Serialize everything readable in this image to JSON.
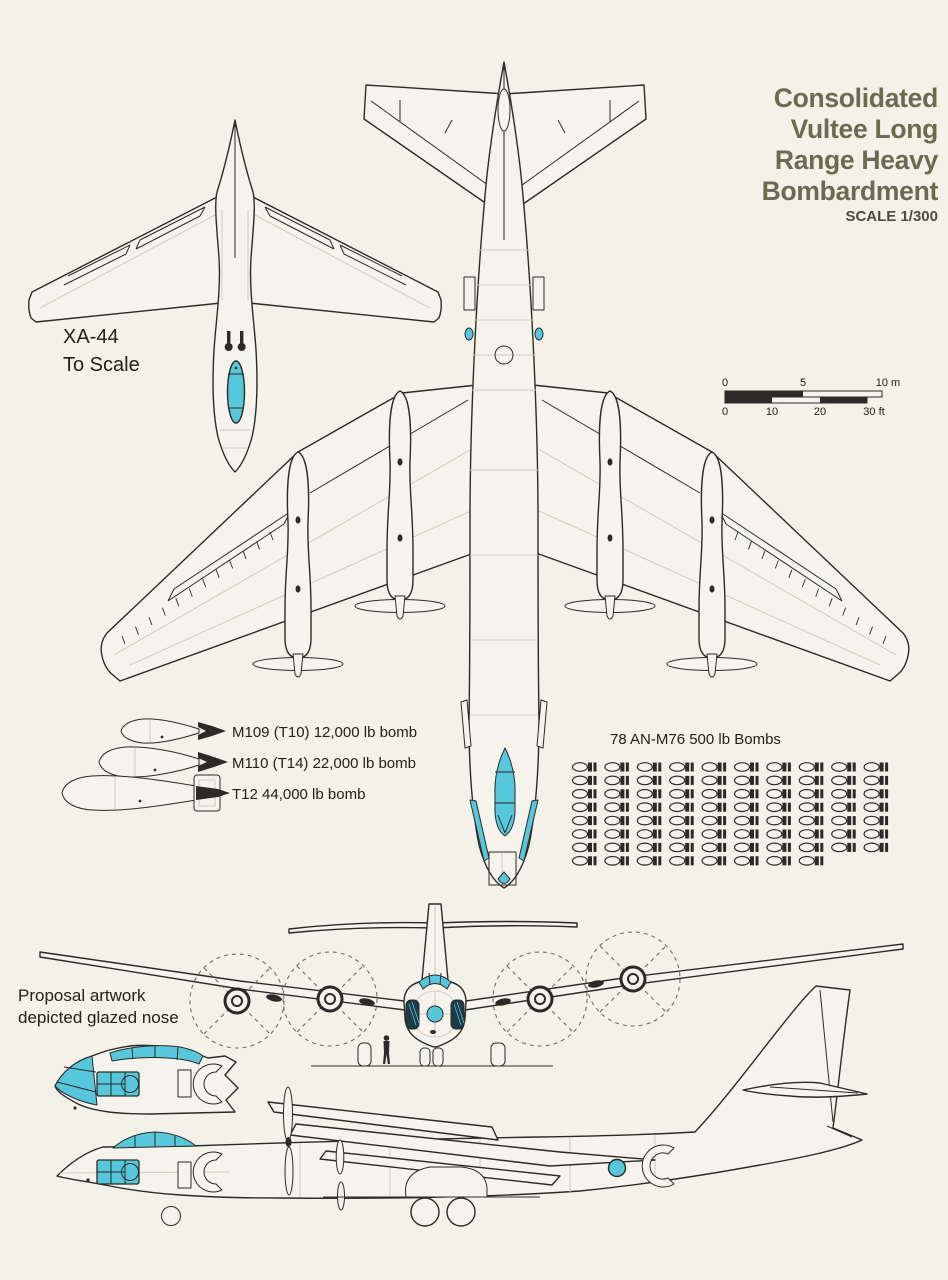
{
  "title": {
    "lines": [
      "Consolidated",
      "Vultee Long",
      "Range Heavy",
      "Bombardment"
    ],
    "scale_note": "SCALE 1/300"
  },
  "labels": {
    "scale_comparison": {
      "line1": "XA-44",
      "line2": "To Scale"
    },
    "nose_note": {
      "line1": "Proposal artwork",
      "line2": "depicted glazed nose"
    }
  },
  "ordnance": {
    "bombs": [
      {
        "label": "M109 (T10) 12,000 lb bomb"
      },
      {
        "label": "M110 (T14) 22,000 lb bomb"
      },
      {
        "label": "T12 44,000 lb bomb"
      }
    ],
    "payload_grid": {
      "label": "78 AN-M76 500 lb Bombs",
      "count": 78,
      "columns": 10
    }
  },
  "scale_bar": {
    "meters_ticks": [
      "0",
      "5",
      "10 m"
    ],
    "feet_ticks": [
      "0",
      "10",
      "20",
      "30 ft"
    ]
  },
  "colors": {
    "background": "#f4f1e9",
    "ink": "#2b2a26",
    "accent_cyan": "#57c7db",
    "title_olive": "#6b6b52"
  }
}
